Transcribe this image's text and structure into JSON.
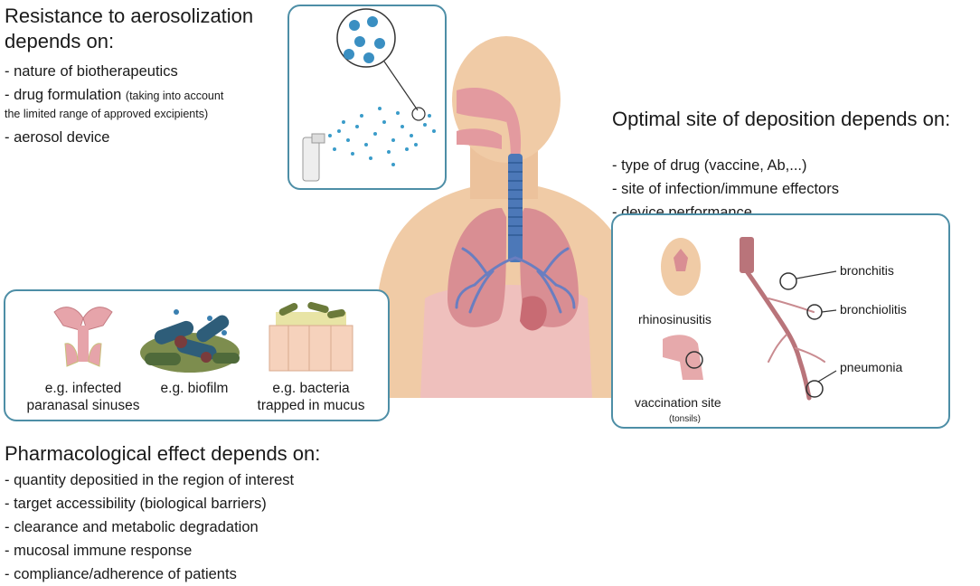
{
  "aerosolization": {
    "title_line1": "Resistance to aerosolization",
    "title_line2": "depends on:",
    "items": [
      "- nature of biotherapeutics",
      "- drug formulation",
      "(taking into account",
      "the limited range of approved excipients)",
      "- aerosol device"
    ]
  },
  "deposition": {
    "title": "Optimal site of deposition depends on:",
    "items": [
      "- type of drug (vaccine, Ab,...)",
      "- site of infection/immune effectors",
      "- device performance"
    ]
  },
  "examples": {
    "items": [
      {
        "line1": "e.g. infected",
        "line2": "paranasal sinuses"
      },
      {
        "line1": "e.g. biofilm",
        "line2": ""
      },
      {
        "line1": "e.g. bacteria",
        "line2": "trapped in mucus"
      }
    ]
  },
  "sites": {
    "rhinosinusitis": "rhinosinusitis",
    "vaccination": "vaccination site",
    "tonsils": "(tonsils)",
    "bronchitis": "bronchitis",
    "bronchiolitis": "bronchiolitis",
    "pneumonia": "pneumonia"
  },
  "pharmacological": {
    "title": "Pharmacological effect depends on:",
    "items": [
      "- quantity depositied in the region of interest",
      "- target accessibility (biological barriers)",
      "- clearance and metabolic degradation",
      "- mucosal immune response",
      "- compliance/adherence of patients"
    ]
  },
  "colors": {
    "panel_border": "#4d8ea6",
    "skin": "#f0cba6",
    "lung": "#d98e93",
    "trachea": "#4c78b8",
    "droplets": "#3a9cc9"
  }
}
